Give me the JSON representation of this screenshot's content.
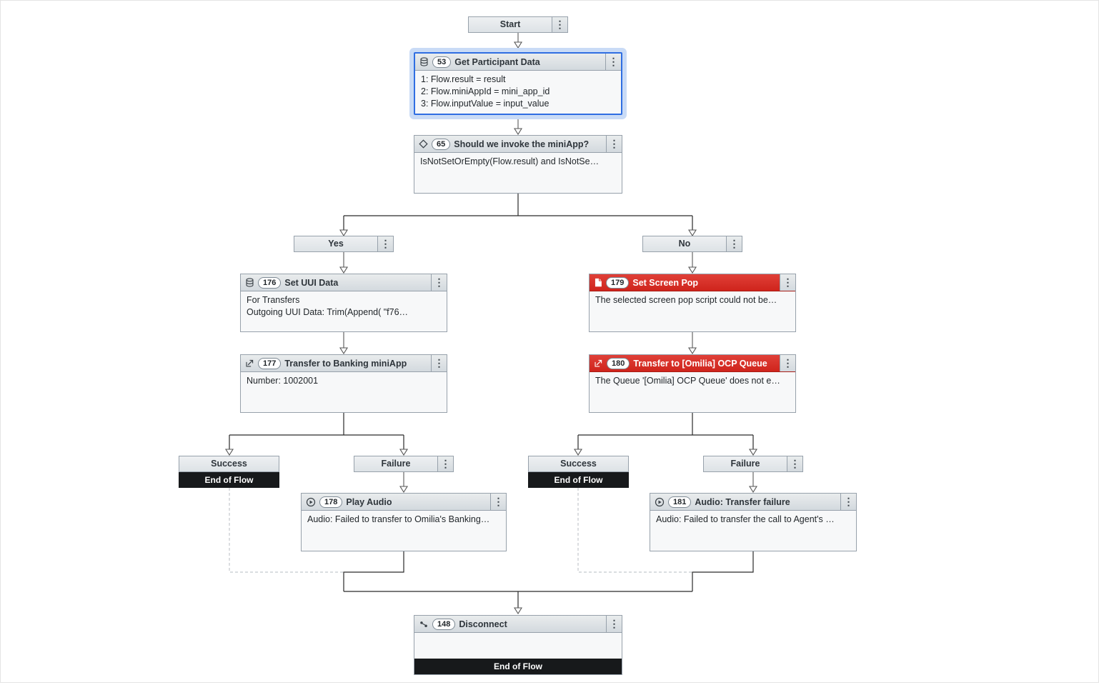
{
  "icons": {
    "kebab": "⋮"
  },
  "colors": {
    "selected_accent": "#2f6ee2",
    "selected_halo": "#c9dbf6",
    "error_red": "#d22f27",
    "header_gray": "#dde2e7",
    "end_of_flow_bg": "#17191b",
    "connector": "#4a4a4a"
  },
  "flow": {
    "start": {
      "label": "Start"
    },
    "branches": {
      "yes": "Yes",
      "no": "No",
      "success_left": "Success",
      "failure_left": "Failure",
      "success_right": "Success",
      "failure_right": "Failure"
    },
    "end_of_flow": "End of Flow",
    "nodes": {
      "n53": {
        "id": "53",
        "title": "Get Participant Data",
        "lines": [
          "1: Flow.result = result",
          "2: Flow.miniAppId = mini_app_id",
          "3: Flow.inputValue = input_value"
        ]
      },
      "n65": {
        "id": "65",
        "title": "Should we invoke the miniApp?",
        "lines": [
          "IsNotSetOrEmpty(Flow.result) and IsNotSe…"
        ]
      },
      "n176": {
        "id": "176",
        "title": "Set UUI Data",
        "lines": [
          "For Transfers",
          "Outgoing UUI Data: Trim(Append( \"f76…"
        ]
      },
      "n177": {
        "id": "177",
        "title": "Transfer to Banking miniApp",
        "lines": [
          "Number: 1002001"
        ]
      },
      "n179": {
        "id": "179",
        "title": "Set Screen Pop",
        "lines": [
          "The selected screen pop script could not be…"
        ]
      },
      "n180": {
        "id": "180",
        "title": "Transfer to [Omilia] OCP Queue",
        "lines": [
          "The Queue '[Omilia] OCP Queue' does not e…"
        ]
      },
      "n178": {
        "id": "178",
        "title": "Play Audio",
        "lines": [
          "Audio: Failed to transfer to Omilia's Banking…"
        ]
      },
      "n181": {
        "id": "181",
        "title": "Audio: Transfer failure",
        "lines": [
          "Audio: Failed to transfer the call to Agent's …"
        ]
      },
      "n148": {
        "id": "148",
        "title": "Disconnect"
      }
    }
  }
}
